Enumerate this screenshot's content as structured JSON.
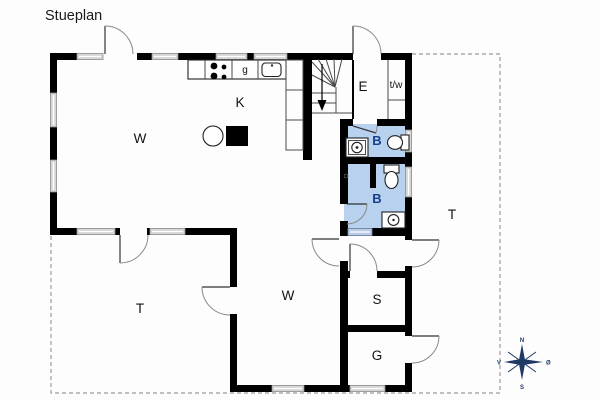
{
  "title": "Stueplan",
  "rooms": {
    "living": "W",
    "kitchen": "K",
    "entrance": "E",
    "toilet_wash": "t/w",
    "bath_upper": "B",
    "bath_lower": "B",
    "bedroom": "W",
    "room_s": "S",
    "room_g": "G",
    "terrace_left": "T",
    "terrace_right": "T",
    "cabinet_g": "g"
  },
  "compass": {
    "north": "N",
    "east": "Ø",
    "south": "S",
    "west": "V"
  },
  "colors": {
    "wall": "#000000",
    "bath_fill": "#b7d1ee",
    "bath_label": "#173d8d",
    "window_fill": "#d6d6d6",
    "window_frame": "#8a8a8a",
    "dash": "#9a9a9a",
    "compass": "#1f3864",
    "label": "#111111",
    "arc": "#8a8a8a",
    "leaf": "#333333"
  }
}
